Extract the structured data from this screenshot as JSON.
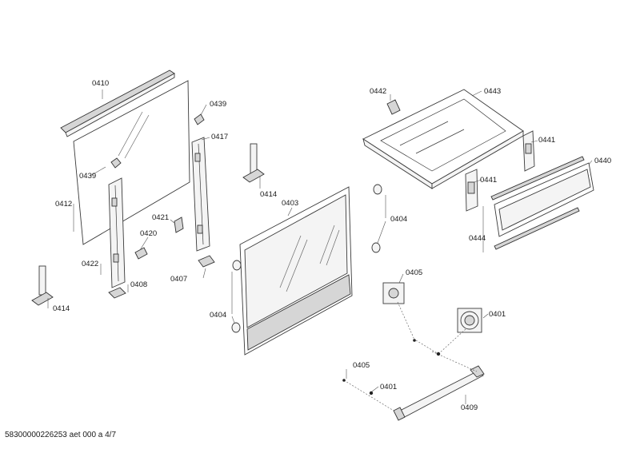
{
  "callouts": {
    "c0410": "0410",
    "c0439a": "0439",
    "c0439b": "0439",
    "c0417": "0417",
    "c0412": "0412",
    "c0421": "0421",
    "c0420": "0420",
    "c0422": "0422",
    "c0408": "0408",
    "c0407": "0407",
    "c0414a": "0414",
    "c0414b": "0414",
    "c0403": "0403",
    "c0404a": "0404",
    "c0404b": "0404",
    "c0405a": "0405",
    "c0405b": "0405",
    "c0401a": "0401",
    "c0401b": "0401",
    "c0409": "0409",
    "c0442": "0442",
    "c0443": "0443",
    "c0441a": "0441",
    "c0441b": "0441",
    "c0440": "0440",
    "c0444": "0444"
  },
  "footer_text": "58300000226253 aet 000 a 4/7"
}
